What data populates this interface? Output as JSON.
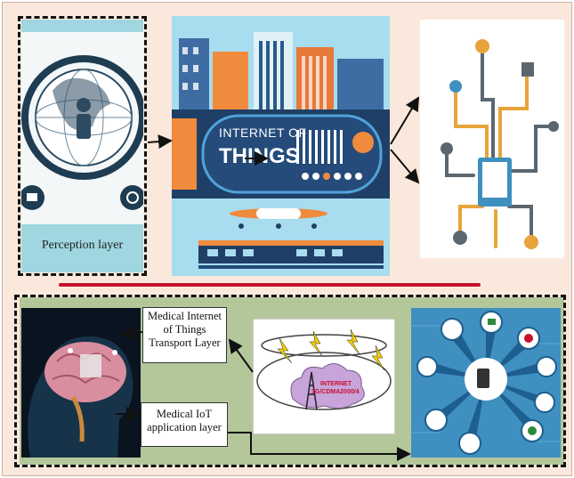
{
  "top_section": {
    "perception_label": "Perception layer",
    "iot_banner_line1": "INTERNET OF",
    "iot_banner_line2": "THINGS"
  },
  "bottom_section": {
    "transport_label_line1": "Medical Internet",
    "transport_label_line2": "of Things",
    "transport_label_line3": "Transport Layer",
    "application_label_line1": "Medical IoT",
    "application_label_line2": "application layer",
    "cloud_label_line1": "INTERNET",
    "cloud_label_line2": "3G/CDMA2000/4"
  },
  "colors": {
    "divider": "#c8102e",
    "green_panel": "#b3c79b",
    "perception_teal": "#9fd6e0",
    "iot_sky": "#a8dcef",
    "network_blue": "#3f8fc0"
  }
}
